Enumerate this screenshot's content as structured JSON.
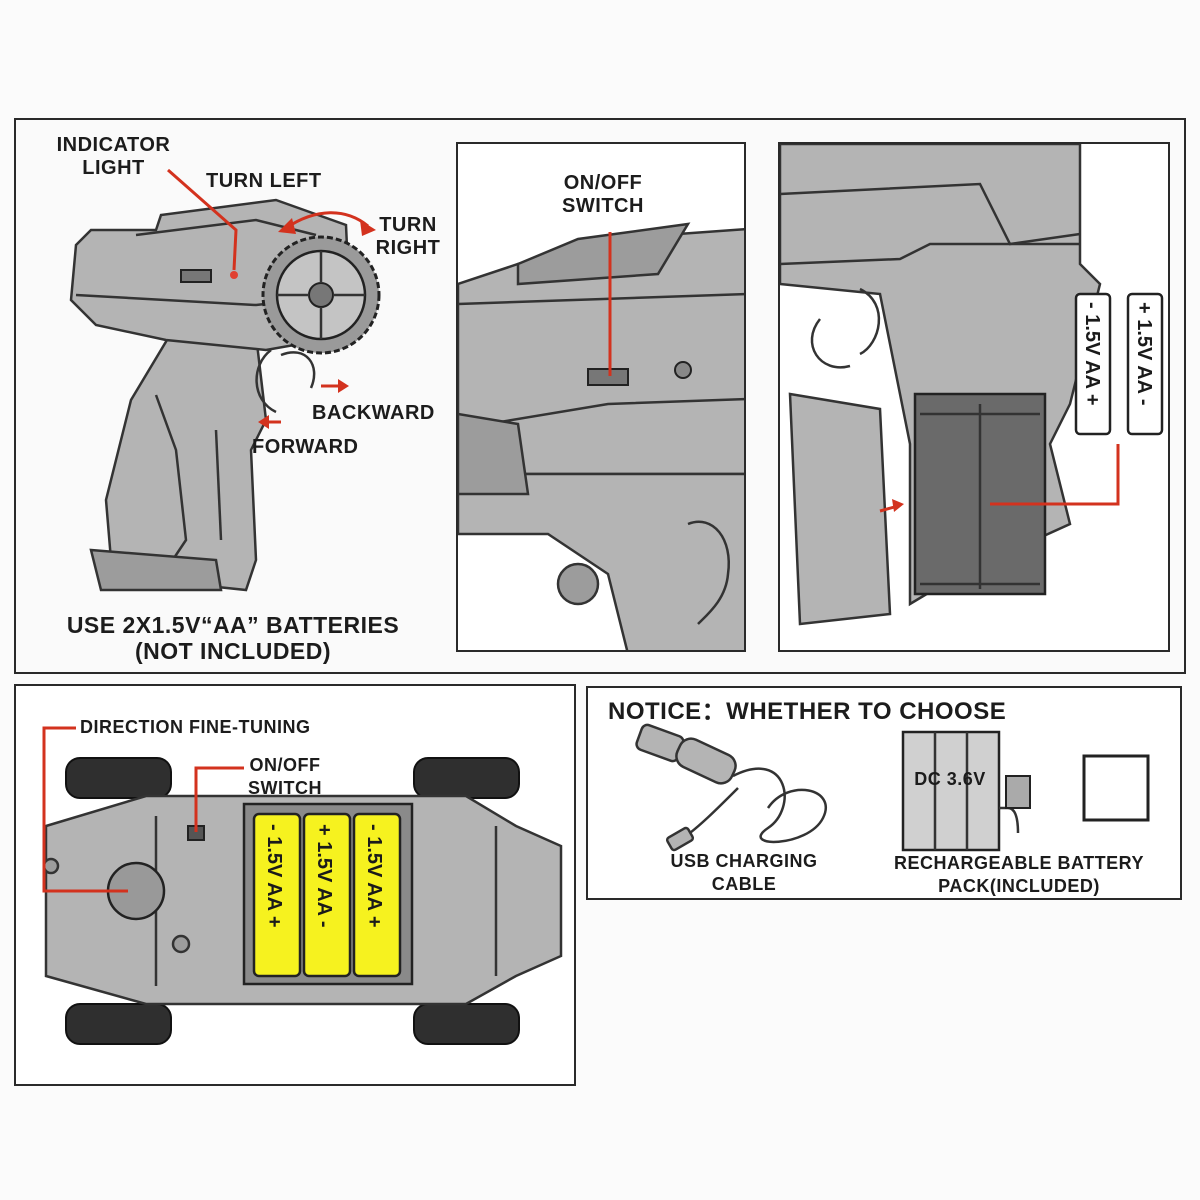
{
  "panel1": {
    "indicator_light": "INDICATOR\nLIGHT",
    "turn_left": "TURN LEFT",
    "turn_right": "TURN\nRIGHT",
    "backward": "BACKWARD",
    "forward": "FORWARD",
    "batteries_line1": "USE 2X1.5V“AA” BATTERIES",
    "batteries_line2": "(NOT INCLUDED)"
  },
  "panel2": {
    "on_off_switch": "ON/OFF\nSWITCH"
  },
  "panel3": {
    "battery_left": "- 1.5V AA +",
    "battery_right": "+ 1.5V AA -"
  },
  "panel4": {
    "direction_fine_tuning": "DIRECTION FINE-TUNING",
    "on_off_switch": "ON/OFF\nSWITCH",
    "battery_1": "- 1.5V AA +",
    "battery_2": "+ 1.5V AA -",
    "battery_3": "- 1.5V AA +"
  },
  "panel5": {
    "notice": "NOTICE：WHETHER TO CHOOSE",
    "dc_label": "DC 3.6V",
    "usb_label": "USB CHARGING\nCABLE",
    "battery_pack_label": "RECHARGEABLE BATTERY\nPACK(INCLUDED)"
  },
  "colors": {
    "accent_red": "#d3321e",
    "battery_yellow": "#f6f21f",
    "body_gray": "#b4b4b4"
  }
}
